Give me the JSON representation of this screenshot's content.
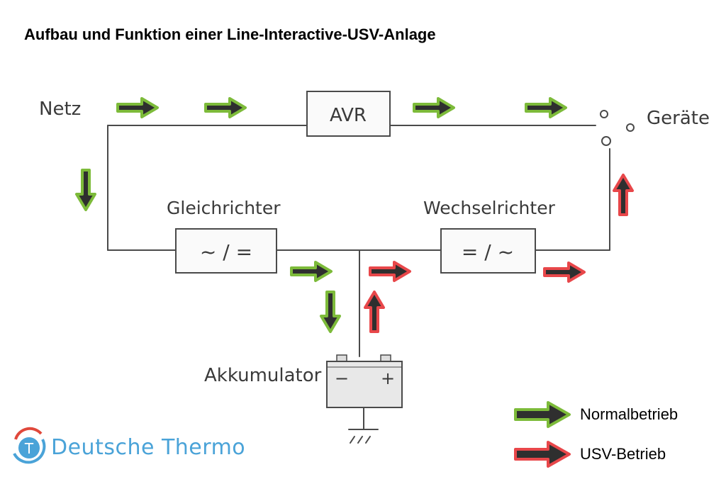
{
  "title": "Aufbau und Funktion einer Line-Interactive-USV-Anlage",
  "labels": {
    "netz": "Netz",
    "avr": "AVR",
    "geraete": "Geräte",
    "gleichrichter": "Gleichrichter",
    "gleichrichter_symbol": "~ / =",
    "wechselrichter": "Wechselrichter",
    "wechselrichter_symbol": "= / ~",
    "akkumulator": "Akkumulator",
    "minus": "−",
    "plus": "+"
  },
  "legend": {
    "normal": "Normalbetrieb",
    "usv": "USV-Betrieb"
  },
  "logo": {
    "text": "Deutsche Thermo",
    "badge_letter": "T"
  },
  "colors": {
    "normal_outline": "#7dbb3a",
    "usv_outline": "#e8474a",
    "arrow_fill": "#2f2f2f",
    "logo_blue": "#4aa3d8",
    "logo_red": "#e0483b"
  }
}
